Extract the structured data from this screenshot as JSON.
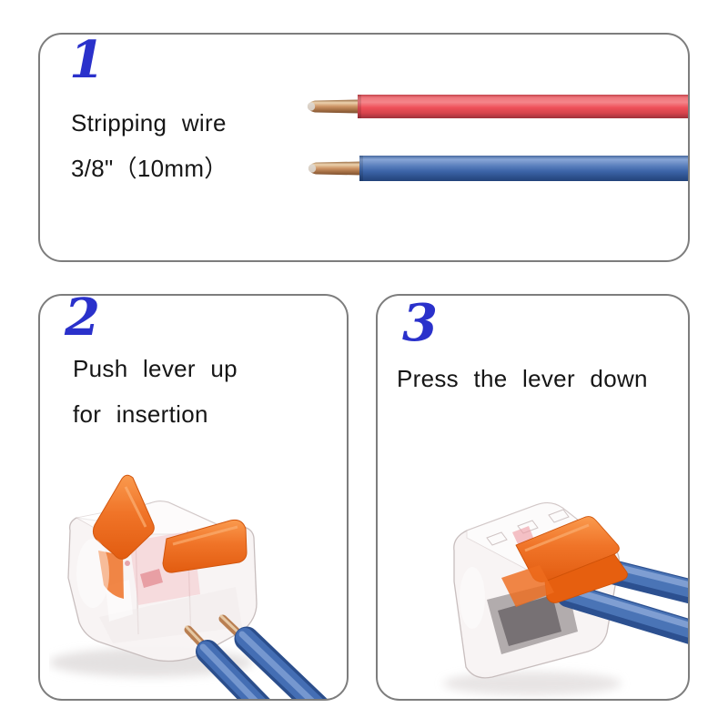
{
  "steps": [
    {
      "number": "1",
      "lines": [
        "Stripping wire",
        "3/8\"（10mm）"
      ]
    },
    {
      "number": "2",
      "lines": [
        "Push lever up",
        "for insertion"
      ]
    },
    {
      "number": "3",
      "lines": [
        "Press the lever down"
      ]
    }
  ],
  "illustrations": {
    "step1": "stripped-red-and-blue-wires",
    "step2": "clear-connector-levers-up-blue-wires-inserted",
    "step3": "clear-connector-levers-down-blue-wires-locked"
  },
  "colors": {
    "step_number_blue": "#2a31cb",
    "text_black": "#161616",
    "panel_border_gray": "#7d7d7d",
    "wire_red": "#ee5059",
    "wire_blue": "#3c64a8",
    "copper": "#cd9465",
    "lever_orange": "#f07428"
  }
}
